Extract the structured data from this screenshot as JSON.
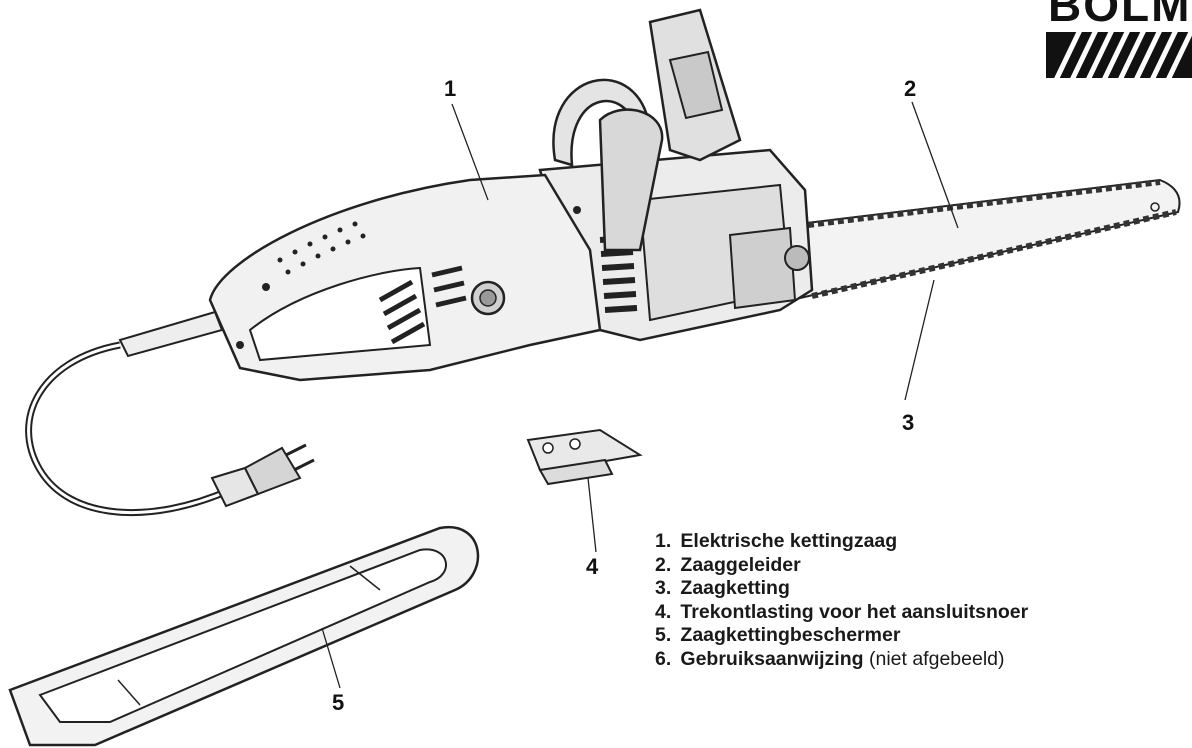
{
  "brand": {
    "text": "BOLM"
  },
  "callouts": [
    {
      "id": "1",
      "label": "1"
    },
    {
      "id": "2",
      "label": "2"
    },
    {
      "id": "3",
      "label": "3"
    },
    {
      "id": "4",
      "label": "4"
    },
    {
      "id": "5",
      "label": "5"
    }
  ],
  "legend": {
    "items": [
      {
        "num": "1.",
        "label": "Elektrische kettingzaag",
        "note": ""
      },
      {
        "num": "2.",
        "label": "Zaaggeleider",
        "note": ""
      },
      {
        "num": "3.",
        "label": "Zaagketting",
        "note": ""
      },
      {
        "num": "4.",
        "label": "Trekontlasting voor het aansluitsnoer",
        "note": ""
      },
      {
        "num": "5.",
        "label": "Zaagkettingbeschermer",
        "note": ""
      },
      {
        "num": "6.",
        "label": "Gebruiksaanwijzing",
        "note": "(niet afgebeeld)"
      }
    ]
  },
  "colors": {
    "line": "#222222",
    "shade": "#cfcfcf",
    "light": "#ececec",
    "dark": "#5a5a5a"
  }
}
